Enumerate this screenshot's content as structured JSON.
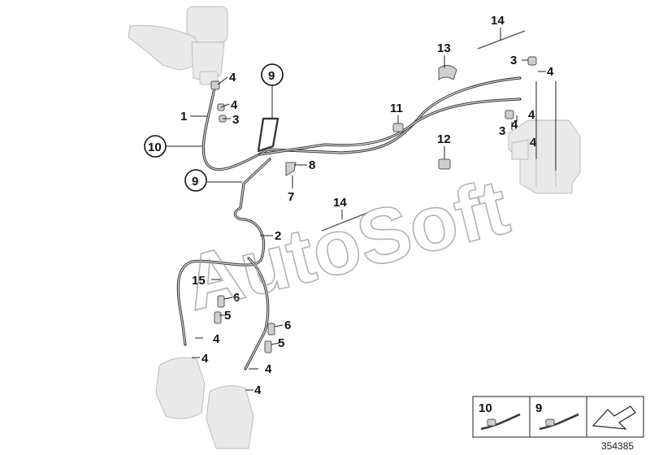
{
  "diagram": {
    "watermark": "AutoSoft",
    "document_number": "354385",
    "callouts": [
      {
        "id": "c1",
        "label": "1",
        "circled": false
      },
      {
        "id": "c2",
        "label": "2",
        "circled": false
      },
      {
        "id": "c3a",
        "label": "3",
        "circled": false
      },
      {
        "id": "c3b",
        "label": "3",
        "circled": false
      },
      {
        "id": "c3c",
        "label": "3",
        "circled": false
      },
      {
        "id": "c4a",
        "label": "4",
        "circled": false
      },
      {
        "id": "c4b",
        "label": "4",
        "circled": false
      },
      {
        "id": "c4c",
        "label": "4",
        "circled": false
      },
      {
        "id": "c4d",
        "label": "4",
        "circled": false
      },
      {
        "id": "c4e",
        "label": "4",
        "circled": false
      },
      {
        "id": "c4f",
        "label": "4",
        "circled": false
      },
      {
        "id": "c4g",
        "label": "4",
        "circled": false
      },
      {
        "id": "c4h",
        "label": "4",
        "circled": false
      },
      {
        "id": "c4i",
        "label": "4",
        "circled": false
      },
      {
        "id": "c4j",
        "label": "4",
        "circled": false
      },
      {
        "id": "c5a",
        "label": "5",
        "circled": false
      },
      {
        "id": "c5b",
        "label": "5",
        "circled": false
      },
      {
        "id": "c6a",
        "label": "6",
        "circled": false
      },
      {
        "id": "c6b",
        "label": "6",
        "circled": false
      },
      {
        "id": "c7",
        "label": "7",
        "circled": false
      },
      {
        "id": "c8",
        "label": "8",
        "circled": false
      },
      {
        "id": "c9a",
        "label": "9",
        "circled": true
      },
      {
        "id": "c9b",
        "label": "9",
        "circled": true
      },
      {
        "id": "c10",
        "label": "10",
        "circled": true
      },
      {
        "id": "c11",
        "label": "11",
        "circled": false
      },
      {
        "id": "c12",
        "label": "12",
        "circled": false
      },
      {
        "id": "c13",
        "label": "13",
        "circled": false
      },
      {
        "id": "c14a",
        "label": "14",
        "circled": false
      },
      {
        "id": "c14b",
        "label": "14",
        "circled": false
      },
      {
        "id": "c15",
        "label": "15",
        "circled": false
      }
    ],
    "legend": [
      {
        "label": "10"
      },
      {
        "label": "9"
      }
    ]
  }
}
